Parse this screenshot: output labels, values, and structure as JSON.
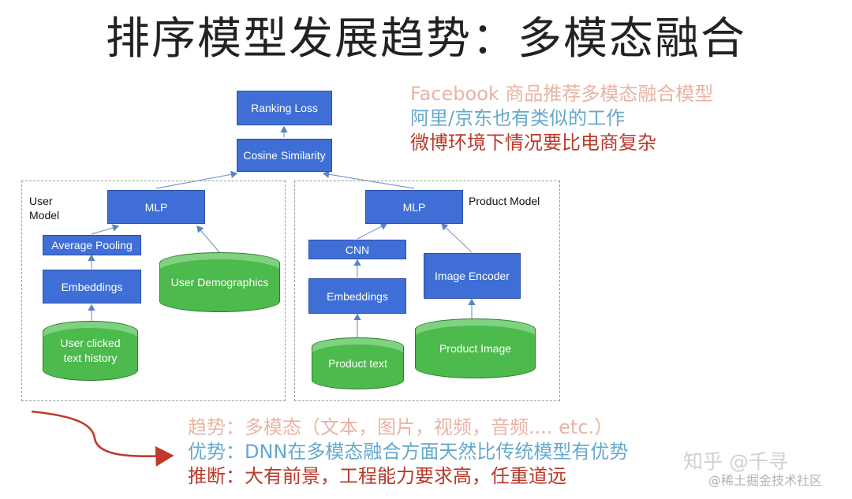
{
  "title": "排序模型发展趋势：多模态融合",
  "notes": [
    "Facebook 商品推荐多模态融合模型",
    "阿里/京东也有类似的工作",
    "微博环境下情况要比电商复杂"
  ],
  "diagram": {
    "ranking_loss": "Ranking Loss",
    "cosine_similarity": "Cosine Similarity",
    "user_model": {
      "label_line1": "User",
      "label_line2": "Model",
      "mlp": "MLP",
      "average_pooling": "Average Pooling",
      "embeddings": "Embeddings",
      "user_demographics": "User Demographics",
      "clicked_line1": "User clicked",
      "clicked_line2": "text history"
    },
    "product_model": {
      "label": "Product Model",
      "mlp": "MLP",
      "cnn": "CNN",
      "embeddings": "Embeddings",
      "image_encoder": "Image Encoder",
      "product_text": "Product text",
      "product_image": "Product Image"
    }
  },
  "bottom_lines": [
    "趋势：多模态（文本，图片，视频，音频.... etc.）",
    "优势：DNN在多模态融合方面天然比传统模型有优势",
    "推断：大有前景，工程能力要求高，任重道远"
  ],
  "watermark": {
    "line1": "知乎 @千寻",
    "line2": "@稀土掘金技术社区"
  },
  "colors": {
    "box_blue": "#3f6fd6",
    "cylinder_green": "#4cba4c",
    "note_pink": "#eab3a5",
    "note_blue": "#65a9cc",
    "note_red": "#b83a2c"
  }
}
